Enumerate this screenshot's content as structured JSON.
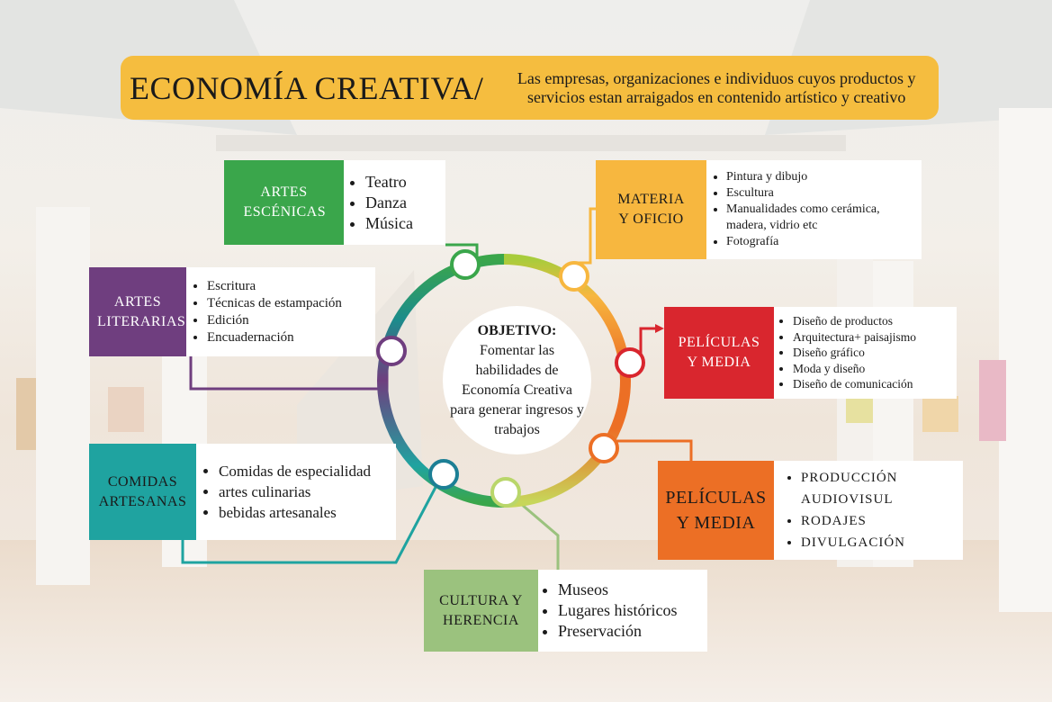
{
  "header": {
    "title": "ECONOMÍA CREATIVA/",
    "subtitle": "Las empresas, organizaciones e individuos cuyos productos y servicios estan arraigados en contenido artístico y creativo"
  },
  "center": {
    "title": "OBJETIVO:",
    "text": "Fomentar las habilidades de Economía Creativa para generar ingresos y trabajos"
  },
  "categories": {
    "artes_escenicas": {
      "label": "ARTES ESCÉNICAS",
      "color": "#3aa64b",
      "items": [
        "Teatro",
        "Danza",
        "Música"
      ]
    },
    "materia_oficio": {
      "label": "MATERIA Y OFICIO",
      "color": "#f7b73f",
      "items": [
        "Pintura y dibujo",
        "Escultura",
        "Manualidades como cerámica, madera, vidrio etc",
        "Fotografía"
      ]
    },
    "artes_literarias": {
      "label": "ARTES LITERARIAS",
      "color": "#6f3e7f",
      "items": [
        "Escritura",
        "Técnicas de estampación",
        "Edición",
        "Encuadernación"
      ]
    },
    "peliculas_media_1": {
      "label": "PELÍCULAS Y MEDIA",
      "color": "#d9262e",
      "items": [
        "Diseño de productos",
        "Arquitectura+ paisajismo",
        "Diseño gráfico",
        "Moda y diseño",
        "Diseño de comunicación"
      ]
    },
    "comidas_artesanas": {
      "label": "COMIDAS ARTESANAS",
      "color": "#1fa3a0",
      "items": [
        "Comidas de especialidad",
        "artes culinarias",
        "bebidas artesanales"
      ]
    },
    "peliculas_media_2": {
      "label": "PELÍCULAS Y MEDIA",
      "color": "#ec6f25",
      "items": [
        "PRODUCCIÓN AUDIOVISUL",
        "RODAJES",
        "DIVULGACIÓN"
      ]
    },
    "cultura_herencia": {
      "label": "CULTURA Y HERENCIA",
      "color": "#9bc27e",
      "items": [
        "Museos",
        "Lugares históricos",
        "Preservación"
      ]
    }
  }
}
